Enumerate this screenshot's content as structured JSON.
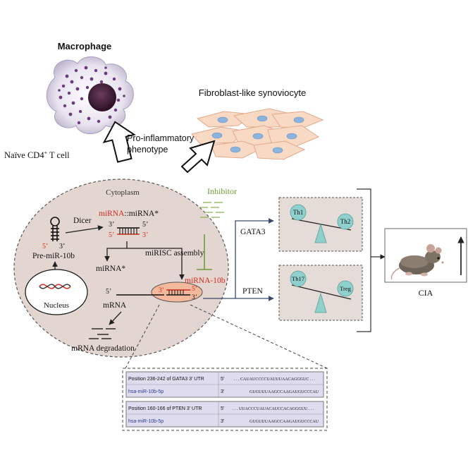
{
  "labels": {
    "macrophage": "Macrophage",
    "fls": "Fibroblast-like synoviocyte",
    "pro_inflammatory_1": "Pro-inflammatory",
    "pro_inflammatory_2": "phenotype",
    "naive_cd4": "Naïve CD4",
    "naive_cd4_sup": "+",
    "naive_cd4_tail": " T cell",
    "cytoplasm": "Cytoplasm",
    "inhibitor": "Inhibitor",
    "pre_mir": "Pre-miR-10b",
    "nucleus": "Nucleus",
    "dicer": "Dicer",
    "mirna_red": "miRNA",
    "mirna_star_dup": "::miRNA*",
    "five_prime": "5’",
    "three_prime": "3’",
    "mirisc": "miRISC assembly",
    "mirna_star": "miRNA*",
    "mirna_10b": "miRNA-10b",
    "mrna": "mRNA",
    "mrna_deg": "mRNA degradation",
    "gata3": "GATA3",
    "pten": "PTEN",
    "th1": "Th1",
    "th2": "Th2",
    "th17": "Th17",
    "treg": "Treg",
    "cia": "CIA"
  },
  "alignments": [
    {
      "position": "Position 236-242 of GATA3 3’ UTR",
      "mirna": "hsa-miR-10b-5p",
      "end_top": "5’",
      "end_bottom": "3’",
      "seq_top": ". . . CAUAUCCCCUAUUUAACAGGGUC . . .",
      "seq_bottom": "GUGUUUAAGCCAAGAUGUCCCAU"
    },
    {
      "position": "Position 160-166 of PTEN 3’ UTR",
      "mirna": "hsa-miR-10b-5p",
      "end_top": "5’",
      "end_bottom": "3’",
      "seq_top": ". . . UUACCCUAUACAUCCACAGGGUU . . .",
      "seq_bottom": "GUGUUUAAGCCAAGAUGUCCCAU"
    }
  ],
  "colors": {
    "cell_fill": "#e3d6d1",
    "red": "#d52b1e",
    "green": "#6f9a3a",
    "teal": "#8fd0cd",
    "purple": "#6b3d7c",
    "nucleus_dark": "#3a1533",
    "fls_fill": "#f8d9c4",
    "fls_nucleus": "#8ab4dd",
    "box_fill": "#e6dcd7",
    "align_fill": "#e0dcf0",
    "ellipse_fill": "#f4b99c"
  }
}
